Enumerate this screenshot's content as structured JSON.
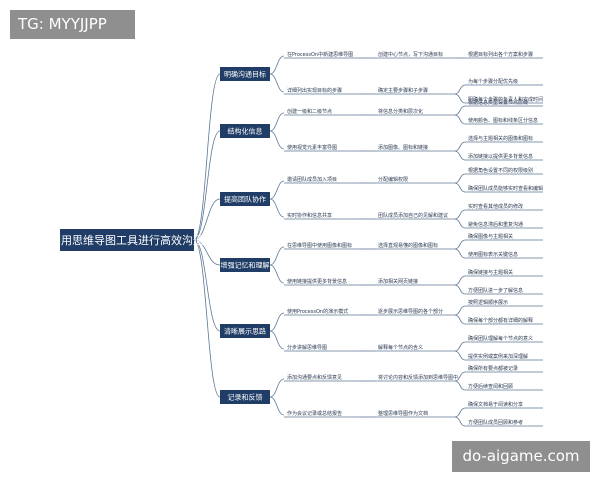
{
  "tag": "TG: MYYJJPP",
  "watermark": "do-aigame.com",
  "colors": {
    "node": "#1f3d66",
    "line": "#5c7794",
    "text": "#2a3850"
  },
  "mindmap": {
    "root": "利用思维导图工具进行高效沟通",
    "branches": [
      {
        "label": "明确沟通目标",
        "children": [
          {
            "label": "在ProcessOn中新建思维导图",
            "children": [
              {
                "label": "创建中心节点，写下沟通目标",
                "children": [
                  "根据目标列出各个方案和步骤"
                ]
              }
            ]
          },
          {
            "label": "详细列出实现目标的步骤",
            "children": [
              {
                "label": "确定主要步骤和子步骤",
                "children": [
                  "为每个步骤分配优先级",
                  "明确每个步骤的负责人和完成时间"
                ]
              }
            ]
          }
        ]
      },
      {
        "label": "结构化信息",
        "children": [
          {
            "label": "创建一级和二级节点",
            "children": [
              {
                "label": "将信息分类和层次化",
                "children": [
                  "根据信息类型设置节点层级",
                  "使用颜色、图标和线条区分信息"
                ]
              }
            ]
          },
          {
            "label": "使用视觉元素丰富导图",
            "children": [
              {
                "label": "添加图像、图标和链接",
                "children": [
                  "选择与主题相关的图像和图标",
                  "添加链接以提供更多背景信息"
                ]
              }
            ]
          }
        ]
      },
      {
        "label": "提高团队协作",
        "children": [
          {
            "label": "邀请团队成员加入项目",
            "children": [
              {
                "label": "分配编辑权限",
                "children": [
                  "根据角色设置不同的权限级别",
                  "确保团队成员能够实时查看和编辑"
                ]
              }
            ]
          },
          {
            "label": "实时协作和信息共享",
            "children": [
              {
                "label": "团队成员添加自己的见解和建议",
                "children": [
                  "实时查看其他成员的修改",
                  "避免信息滞后和重复沟通"
                ]
              }
            ]
          }
        ]
      },
      {
        "label": "增强记忆和理解",
        "children": [
          {
            "label": "在思维导图中使用图像和图标",
            "children": [
              {
                "label": "选择直观易懂的图像和图标",
                "children": [
                  "确保图像与主题相关",
                  "使用图标表示关键信息"
                ]
              }
            ]
          },
          {
            "label": "使用链接提供更多背景信息",
            "children": [
              {
                "label": "添加相关网页链接",
                "children": [
                  "确保链接与主题相关",
                  "方便团队进一步了解信息"
                ]
              }
            ]
          }
        ]
      },
      {
        "label": "清晰展示思路",
        "children": [
          {
            "label": "使用ProcessOn的演示模式",
            "children": [
              {
                "label": "逐步展示思维导图的各个部分",
                "children": [
                  "按照逻辑顺序展示",
                  "确保每个部分都有详细的解释"
                ]
              }
            ]
          },
          {
            "label": "分步讲解思维导图",
            "children": [
              {
                "label": "解释每个节点的含义",
                "children": [
                  "确保团队理解每个节点的意义",
                  "提供实例或案例来加深理解"
                ]
              }
            ]
          }
        ]
      },
      {
        "label": "记录和反馈",
        "children": [
          {
            "label": "添加沟通要点和反馈意见",
            "children": [
              {
                "label": "将讨论内容和反馈添加到思维导图中",
                "children": [
                  "确保所有要点都被记录",
                  "方便后续查阅和回顾"
                ]
              }
            ]
          },
          {
            "label": "作为会议记录或总结报告",
            "children": [
              {
                "label": "整理思维导图作为文档",
                "children": [
                  "确保文档易于阅读和分享",
                  "方便团队成员回顾和参考"
                ]
              }
            ]
          }
        ]
      }
    ]
  }
}
